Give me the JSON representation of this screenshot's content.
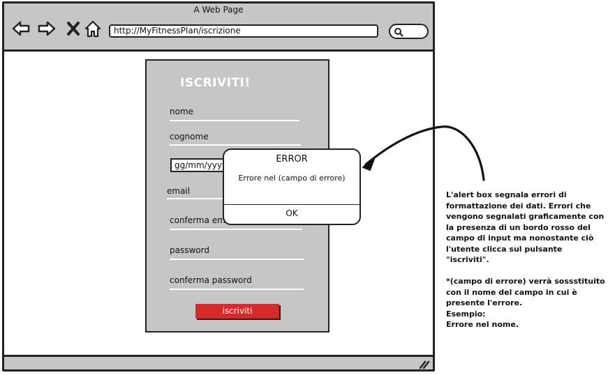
{
  "window": {
    "title": "A Web Page"
  },
  "addressbar": {
    "url": "http://MyFitnessPlan/iscrizione"
  },
  "icons": {
    "back": "arrow-left-icon",
    "forward": "arrow-right-icon",
    "stop": "close-icon",
    "home": "home-icon",
    "search": "search-icon",
    "resize": "resize-grip-icon"
  },
  "form": {
    "title": "ISCRIVITI!",
    "fields": {
      "nome": "nome",
      "cognome": "cognome",
      "date_placeholder": "gg/mm/yyyy",
      "email": "email",
      "conferma_email": "conferma email",
      "password": "password",
      "conferma_password": "conferma password"
    },
    "submit_label": "iscriviti",
    "submit_color": "#d42a2a"
  },
  "alert": {
    "title": "ERROR",
    "message": "Errore nel (campo di errore)",
    "ok_label": "OK"
  },
  "annotation": {
    "text": "L'alert box segnala errori di formattazione dei dati. Errori che vengono segnalati graficamente con la presenza di un bordo rosso del campo di input ma nonostante ciò l'utente clicca sul pulsante \"iscriviti\".\n\n*(campo di errore) verrà sossstituito con il nome del campo in cui è presente l'errore.\nEsempio:\nErrore nel nome."
  }
}
